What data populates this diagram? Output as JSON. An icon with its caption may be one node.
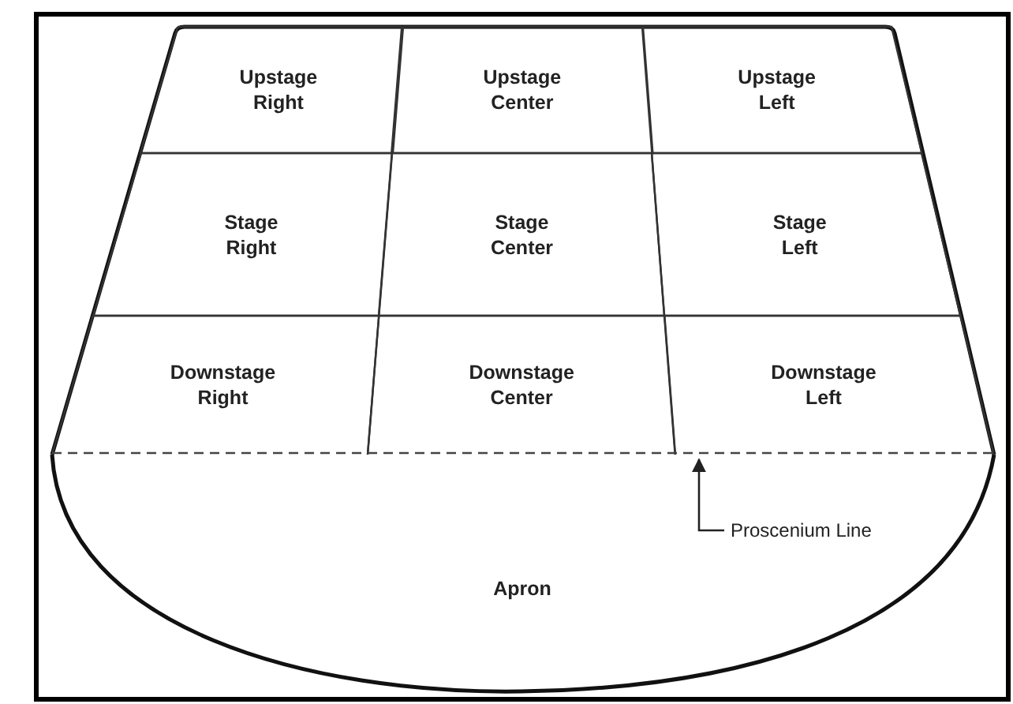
{
  "diagram": {
    "nodes": [
      {
        "text": [
          "Upstage Right"
        ]
      },
      {
        "text": [
          "Upstage Center"
        ]
      },
      {
        "text": [
          "Upstage Left"
        ]
      },
      {
        "text": [
          "Stage Right"
        ]
      },
      {
        "text": [
          "Stage Center"
        ]
      },
      {
        "text": [
          "Stage Left"
        ]
      },
      {
        "text": [
          "Downstage Right"
        ]
      },
      {
        "text": [
          "Downstage Center"
        ]
      },
      {
        "text": [
          "Downstage Left"
        ]
      },
      {
        "text": [],
        "shape": "line",
        "in": 11
      },
      {
        "text": [
          "Proscenium Line"
        ],
        "in": 11
      },
      {
        "text": [
          "Apron"
        ]
      }
    ],
    "edges": [
      {
        "from": 10,
        "to": 9,
        "arrow": "to"
      }
    ]
  }
}
